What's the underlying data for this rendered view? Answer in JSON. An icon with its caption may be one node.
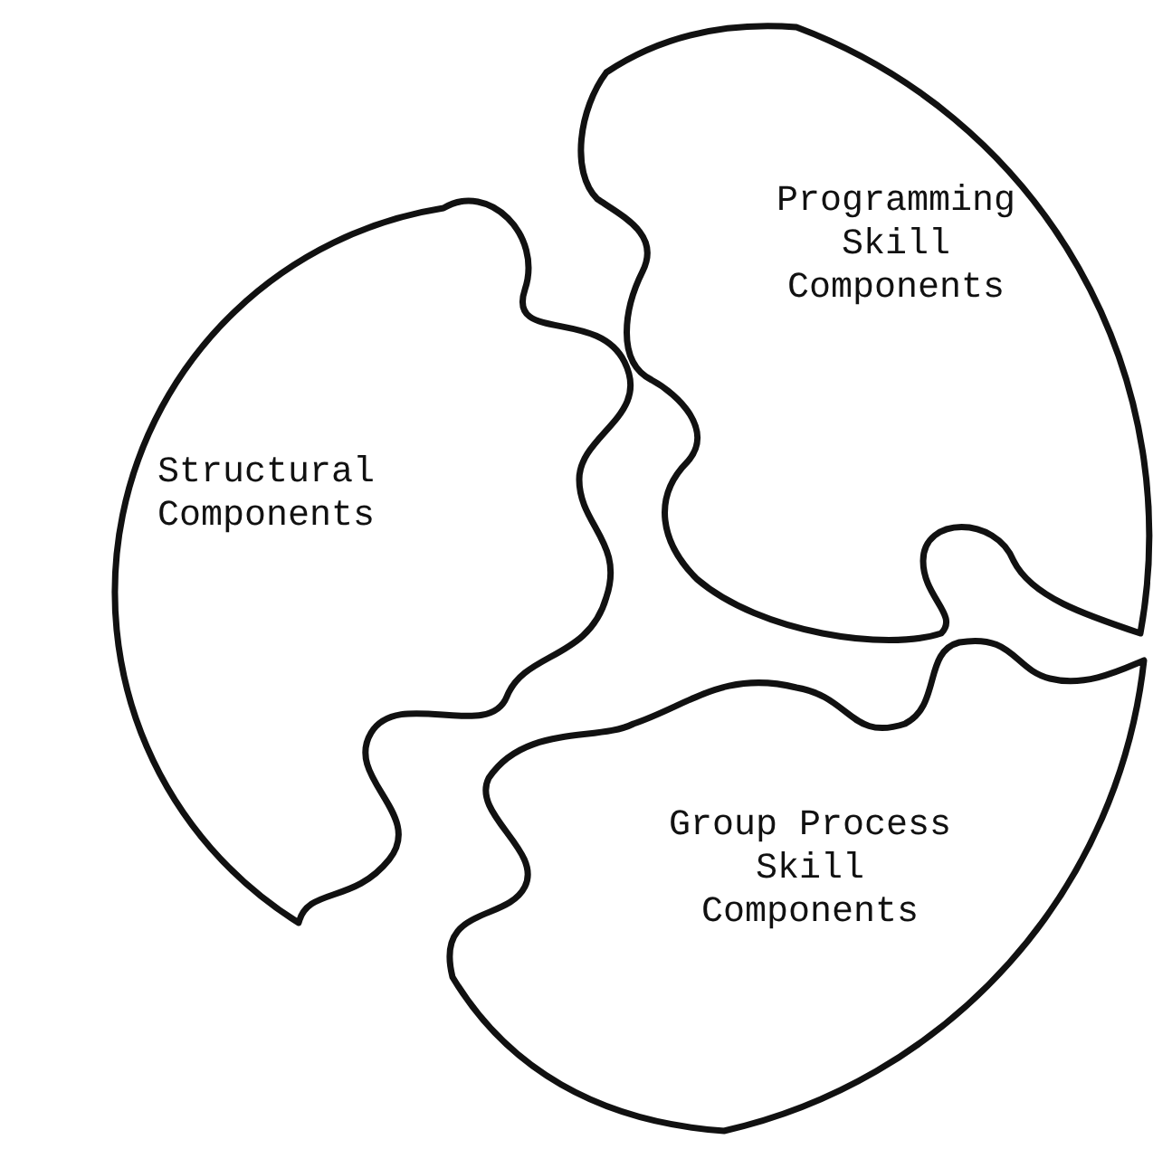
{
  "diagram": {
    "nodes": [
      {
        "text": [
          "Structural Components"
        ]
      },
      {
        "text": [
          "Programming Skill Components"
        ]
      },
      {
        "text": [
          "Group Process Skill Components"
        ]
      }
    ]
  }
}
